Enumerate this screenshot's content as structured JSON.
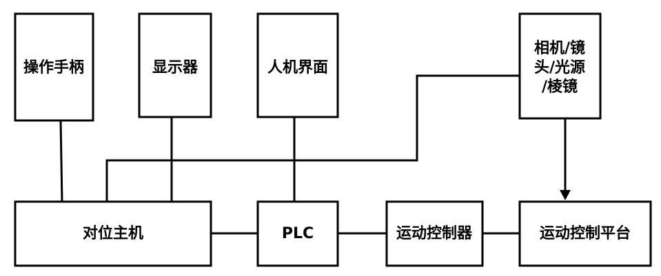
{
  "diagram": {
    "nodes": {
      "handle": "操作手柄",
      "display": "显示器",
      "hmi": "人机界面",
      "camera_line1": "相机/镜",
      "camera_line2": "头/光源",
      "camera_line3": "/棱镜",
      "host": "对位主机",
      "plc": "PLC",
      "motion_controller": "运动控制器",
      "motion_platform": "运动控制平台"
    },
    "connections": [
      [
        "操作手柄",
        "对位主机"
      ],
      [
        "显示器",
        "对位主机"
      ],
      [
        "人机界面",
        "PLC"
      ],
      [
        "相机/镜头/光源/棱镜",
        "对位主机"
      ],
      [
        "相机/镜头/光源/棱镜",
        "运动控制平台",
        "arrow"
      ],
      [
        "对位主机",
        "PLC"
      ],
      [
        "PLC",
        "运动控制器"
      ],
      [
        "运动控制器",
        "运动控制平台"
      ]
    ]
  }
}
